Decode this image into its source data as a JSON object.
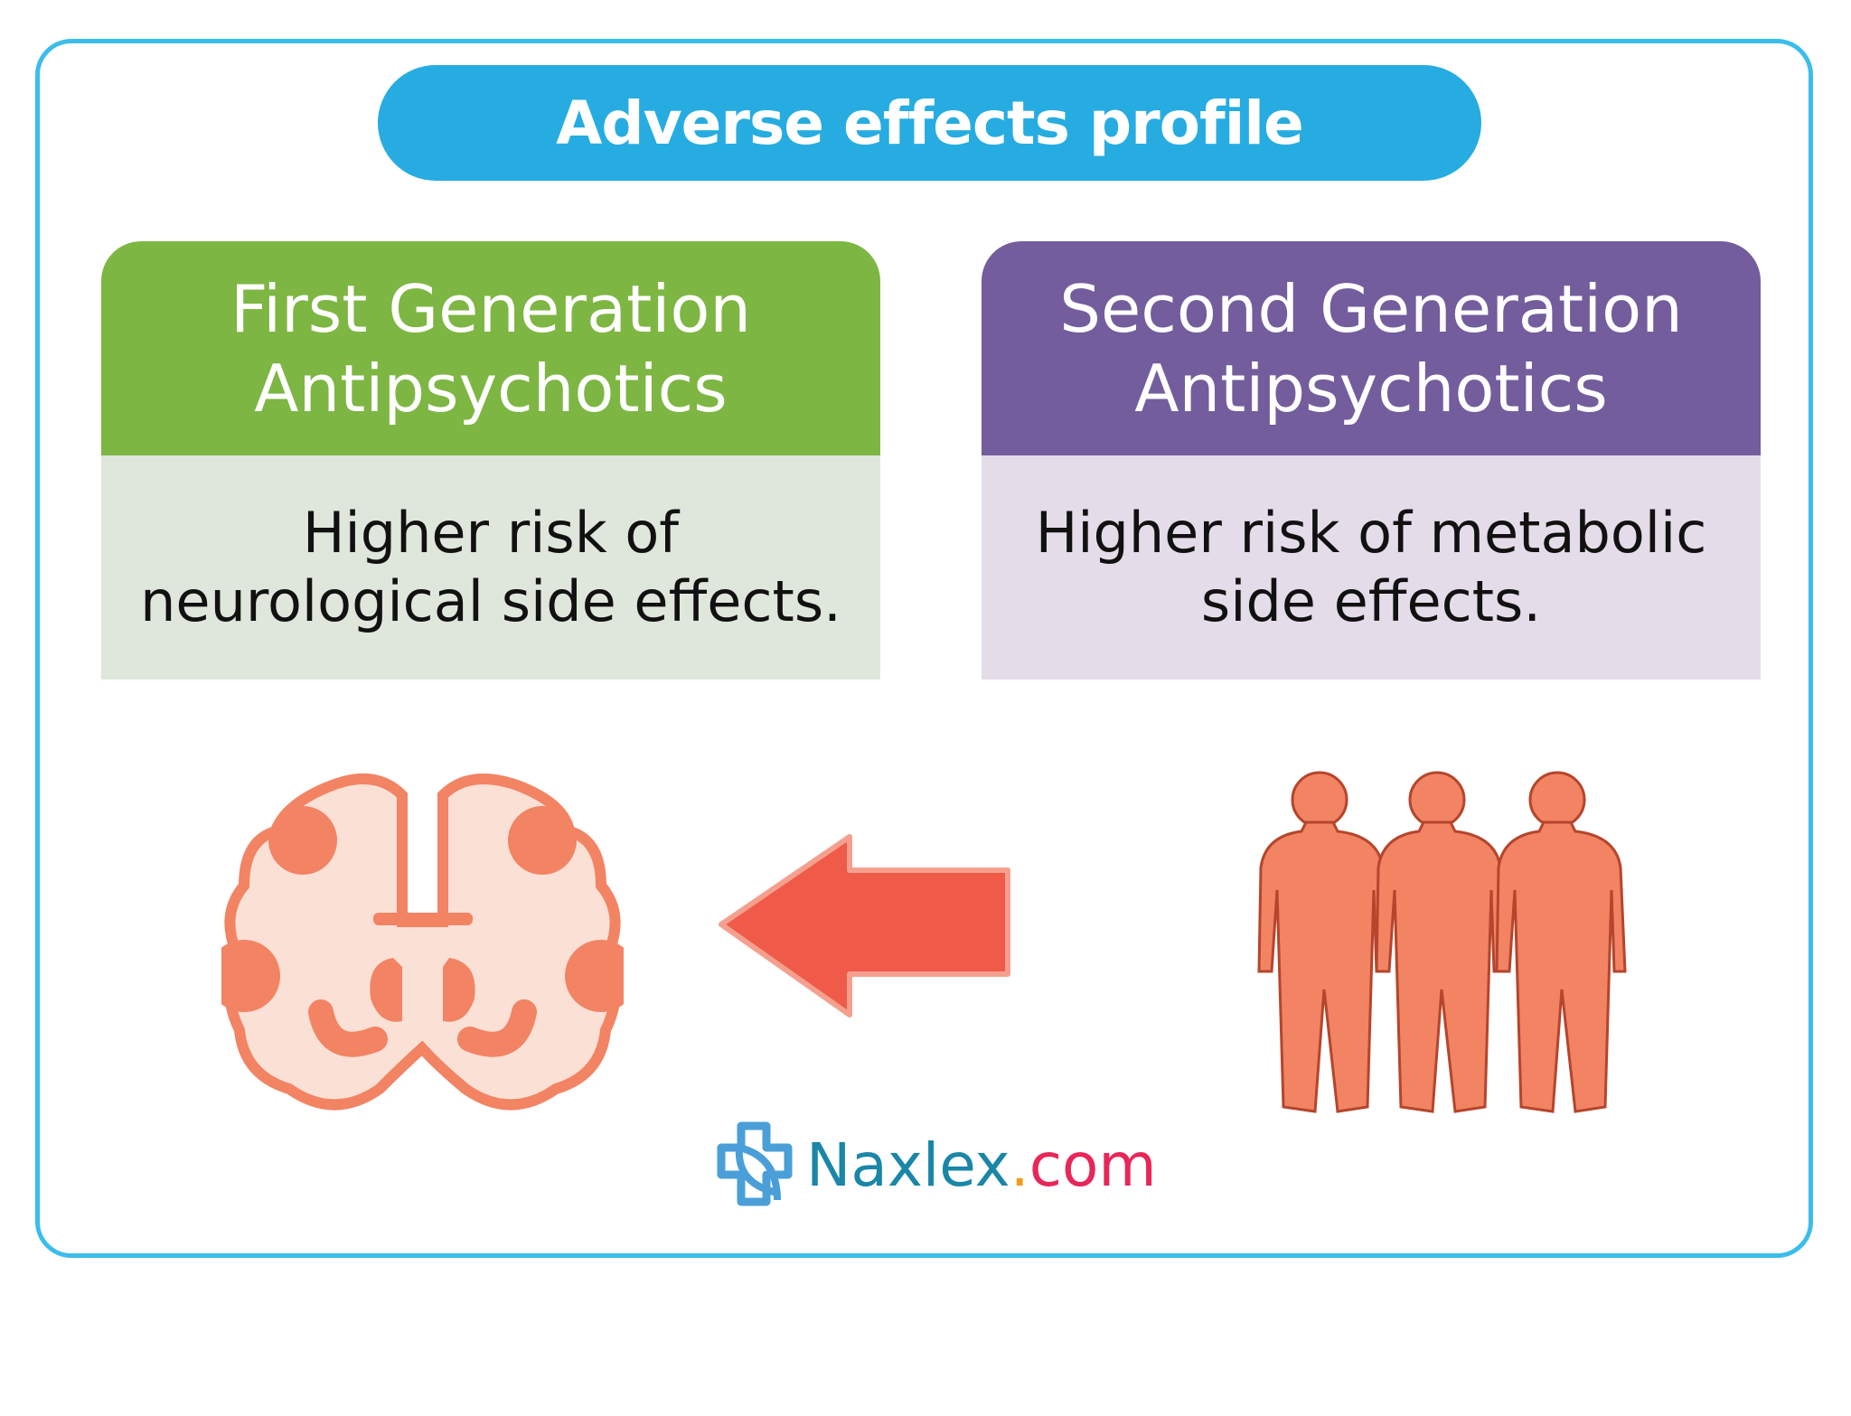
{
  "title": "Adverse effects profile",
  "first": {
    "heading_line1": "First Generation",
    "heading_line2": "Antipsychotics",
    "body": "Higher risk of neurological side effects."
  },
  "second": {
    "heading_line1": "Second Generation",
    "heading_line2": "Antipsychotics",
    "body": "Higher risk of metabolic side effects."
  },
  "logo": {
    "name": "Naxlex",
    "dot": ".",
    "tld": "com"
  },
  "colors": {
    "border": "#3bbdec",
    "title_bg": "#27ace2",
    "first_header": "#7db642",
    "second_header": "#735d9c",
    "illustration": "#f28363",
    "arrow": "#f05a48"
  }
}
